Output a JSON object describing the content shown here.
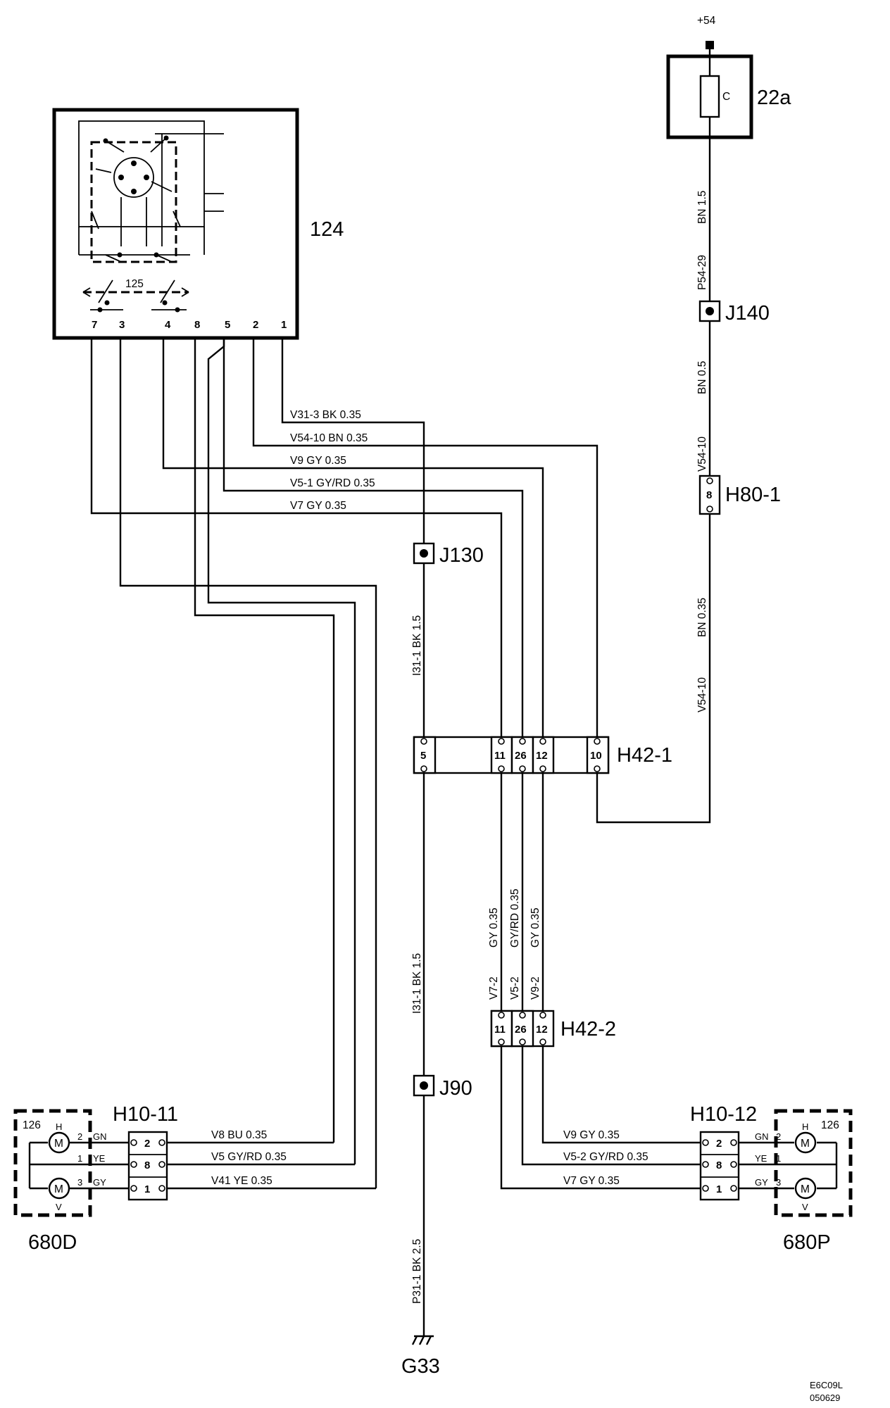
{
  "components": {
    "switch_main": "124",
    "switch_sub": "125",
    "fuse_box": "22a",
    "fuse_letter": "C",
    "supply": "+54",
    "ground": "G33",
    "motor_left": "680D",
    "motor_right": "680P",
    "motor_num": "126",
    "motor_h": "H",
    "motor_v": "V",
    "motor_m": "M"
  },
  "switch_pins": [
    "7",
    "3",
    "4",
    "8",
    "5",
    "2",
    "1"
  ],
  "junctions": {
    "j140": "J140",
    "j130": "J130",
    "j90": "J90"
  },
  "connectors": {
    "h80_1": {
      "name": "H80-1",
      "pins": [
        "8"
      ]
    },
    "h42_1": {
      "name": "H42-1",
      "pins": [
        "5",
        "11",
        "26",
        "12",
        "10"
      ]
    },
    "h42_2": {
      "name": "H42-2",
      "pins": [
        "11",
        "26",
        "12"
      ]
    },
    "h10_11": {
      "name": "H10-11",
      "pins": [
        "2",
        "8",
        "1"
      ]
    },
    "h10_12": {
      "name": "H10-12",
      "pins": [
        "2",
        "8",
        "1"
      ]
    }
  },
  "harness_labels": [
    "V31-3    BK  0.35",
    "V54-10    BN  0.35",
    "V9  GY  0.35",
    "V5-1    GY/RD   0.35",
    "V7  GY  0.35"
  ],
  "vertical_labels": {
    "p54_29": "P54-29",
    "bn_15_top": "BN  1.5",
    "v54_10_a": "V54-10",
    "bn_05": "BN   0.5",
    "v54_10_b": "V54-10",
    "bn_035": "BN  0.35",
    "i31_1_upper": "I31-1 BK    1.5",
    "i31_1_lower": "I31-1 BK    1.5",
    "p31_1": "P31-1 BK    2.5",
    "gy_035_a": "GY 0.35",
    "gyrd_035": "GY/RD  0.35",
    "gy_035_b": "GY 0.35",
    "v7_2": "V7-2",
    "v5_2": "V5-2",
    "v9_2": "V9-2"
  },
  "left_motor_wires": [
    "V8   BU   0.35",
    "V5   GY/RD     0.35",
    "V41   YE   0.35"
  ],
  "right_motor_wires": [
    "V9   GY  0.35",
    "V5-2         GY/RD     0.35",
    "V7   GY   0.35"
  ],
  "left_motor_pins": [
    {
      "num": "2",
      "color": "GN"
    },
    {
      "num": "1",
      "color": "YE"
    },
    {
      "num": "3",
      "color": "GY"
    }
  ],
  "right_motor_pins": [
    {
      "num": "2",
      "color": "GN"
    },
    {
      "num": "1",
      "color": "YE"
    },
    {
      "num": "3",
      "color": "GY"
    }
  ],
  "footer": {
    "code": "E6C09L",
    "date": "050629"
  }
}
